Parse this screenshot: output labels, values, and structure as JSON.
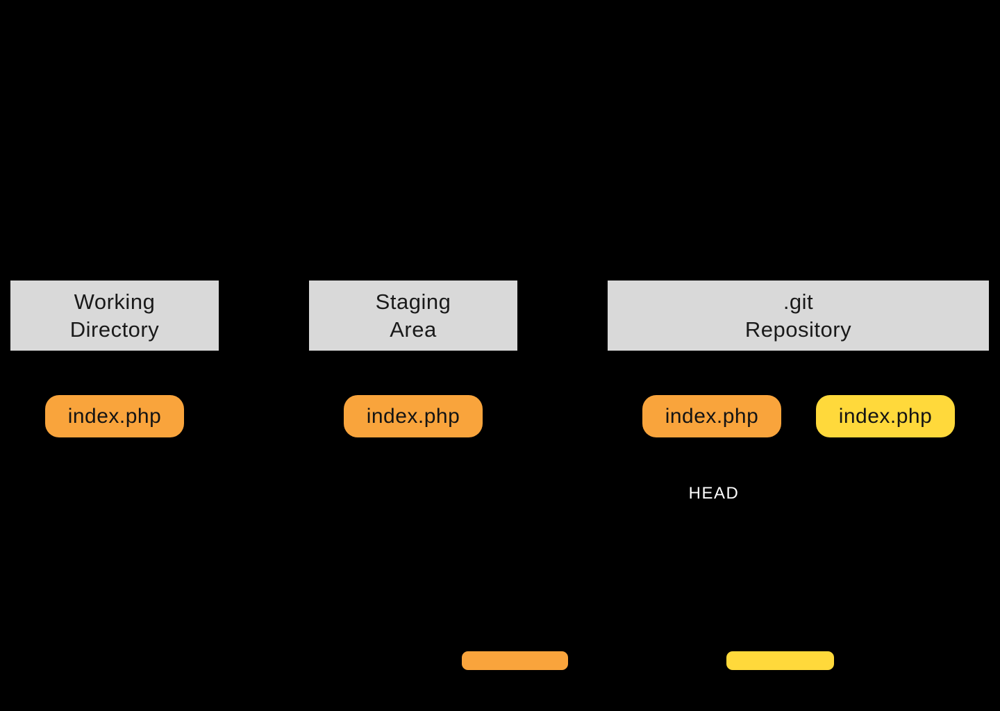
{
  "colors": {
    "background": "#000000",
    "header_bg": "#D9D9D9",
    "orange": "#F9A43C",
    "yellow": "#FFD93B",
    "header_text": "#1A1A1A",
    "chip_text": "#141414",
    "head_text": "#FFFFFF"
  },
  "columns": [
    {
      "id": "working-directory",
      "header_lines": [
        "Working",
        "Directory"
      ],
      "files": [
        {
          "label": "index.php",
          "color": "#F9A43C"
        }
      ]
    },
    {
      "id": "staging-area",
      "header_lines": [
        "Staging",
        "Area"
      ],
      "files": [
        {
          "label": "index.php",
          "color": "#F9A43C"
        }
      ]
    },
    {
      "id": "git-repository",
      "header_lines": [
        ".git",
        "Repository"
      ],
      "files": [
        {
          "label": "index.php",
          "color": "#F9A43C"
        },
        {
          "label": "index.php",
          "color": "#FFD93B"
        }
      ]
    }
  ],
  "head_label": "HEAD",
  "legend": [
    {
      "name": "orange-swatch",
      "color": "#F9A43C"
    },
    {
      "name": "yellow-swatch",
      "color": "#FFD93B"
    }
  ]
}
